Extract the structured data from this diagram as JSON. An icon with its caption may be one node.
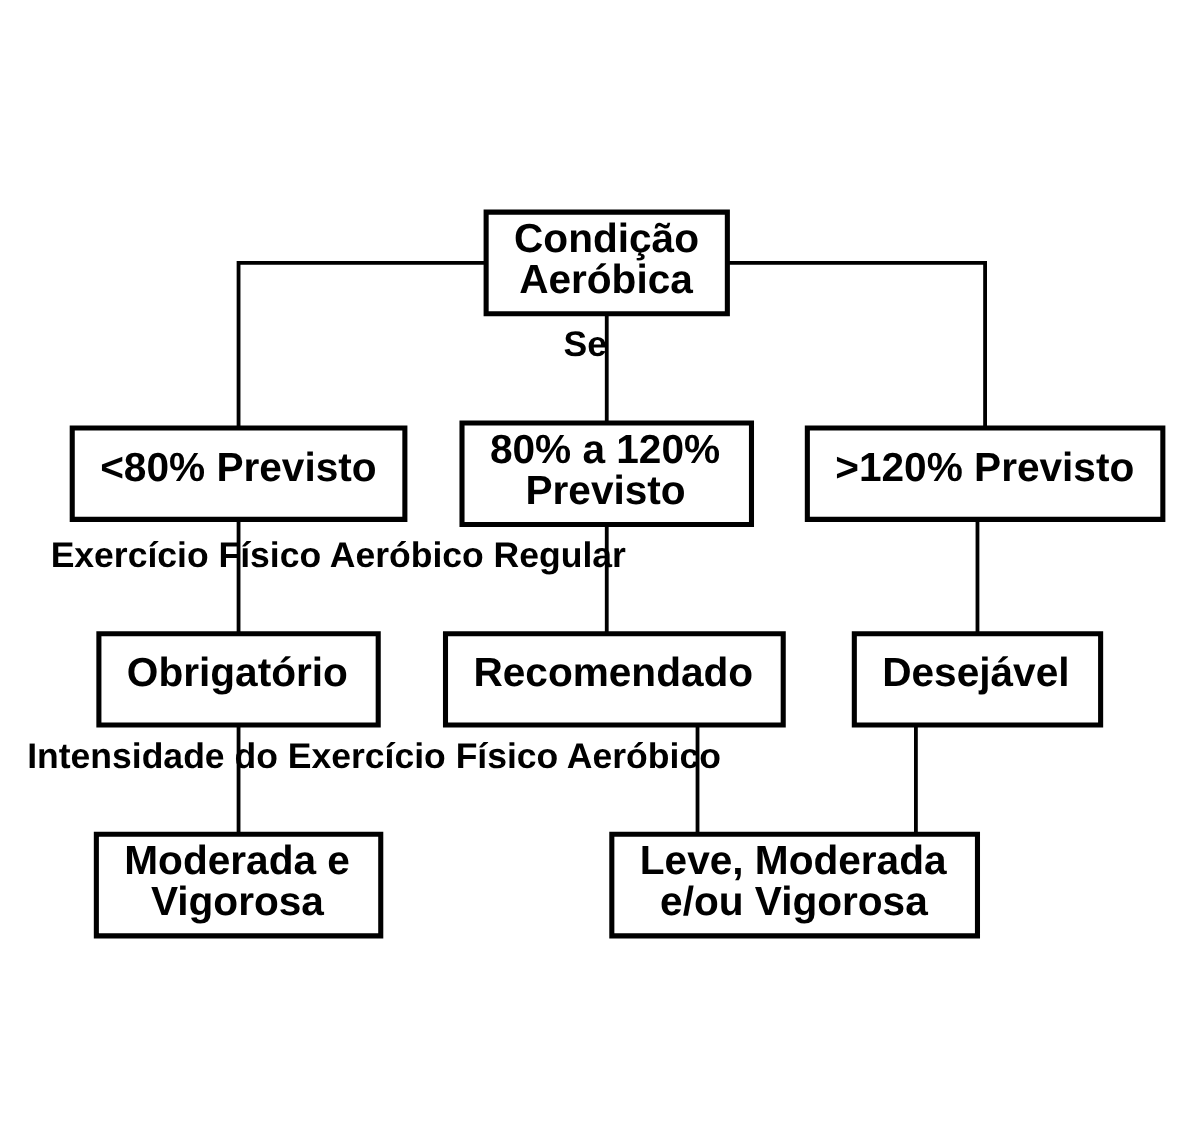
{
  "diagram": {
    "nodes": [
      {
        "text": [
          "Condição Aeróbica"
        ]
      },
      {
        "text": [
          "<80% Previsto"
        ]
      },
      {
        "text": [
          "80% a 120% Previsto"
        ]
      },
      {
        "text": [
          ">120% Previsto"
        ]
      },
      {
        "text": [
          "Obrigatório"
        ]
      },
      {
        "text": [
          "Recomendado"
        ]
      },
      {
        "text": [
          "Desejável"
        ]
      },
      {
        "text": [
          "Moderada e Vigorosa"
        ]
      },
      {
        "text": [
          "Leve, Moderada e/ou Vigorosa"
        ]
      }
    ],
    "edges": [
      {
        "from": 0,
        "to": 1,
        "arrow": "none"
      },
      {
        "from": 0,
        "to": 2,
        "arrow": "none",
        "label": "Se"
      },
      {
        "from": 0,
        "to": 3,
        "arrow": "none"
      },
      {
        "from": 1,
        "to": 4,
        "arrow": "none"
      },
      {
        "from": 2,
        "to": 5,
        "arrow": "none",
        "label": "Exercício Físico Aeróbico Regular"
      },
      {
        "from": 3,
        "to": 6,
        "arrow": "none"
      },
      {
        "from": 4,
        "to": 7,
        "arrow": "none"
      },
      {
        "from": 5,
        "to": 8,
        "arrow": "none",
        "label": "Intensidade do Exercício Físico Aeróbico"
      },
      {
        "from": 6,
        "to": 8,
        "arrow": "none"
      }
    ]
  }
}
